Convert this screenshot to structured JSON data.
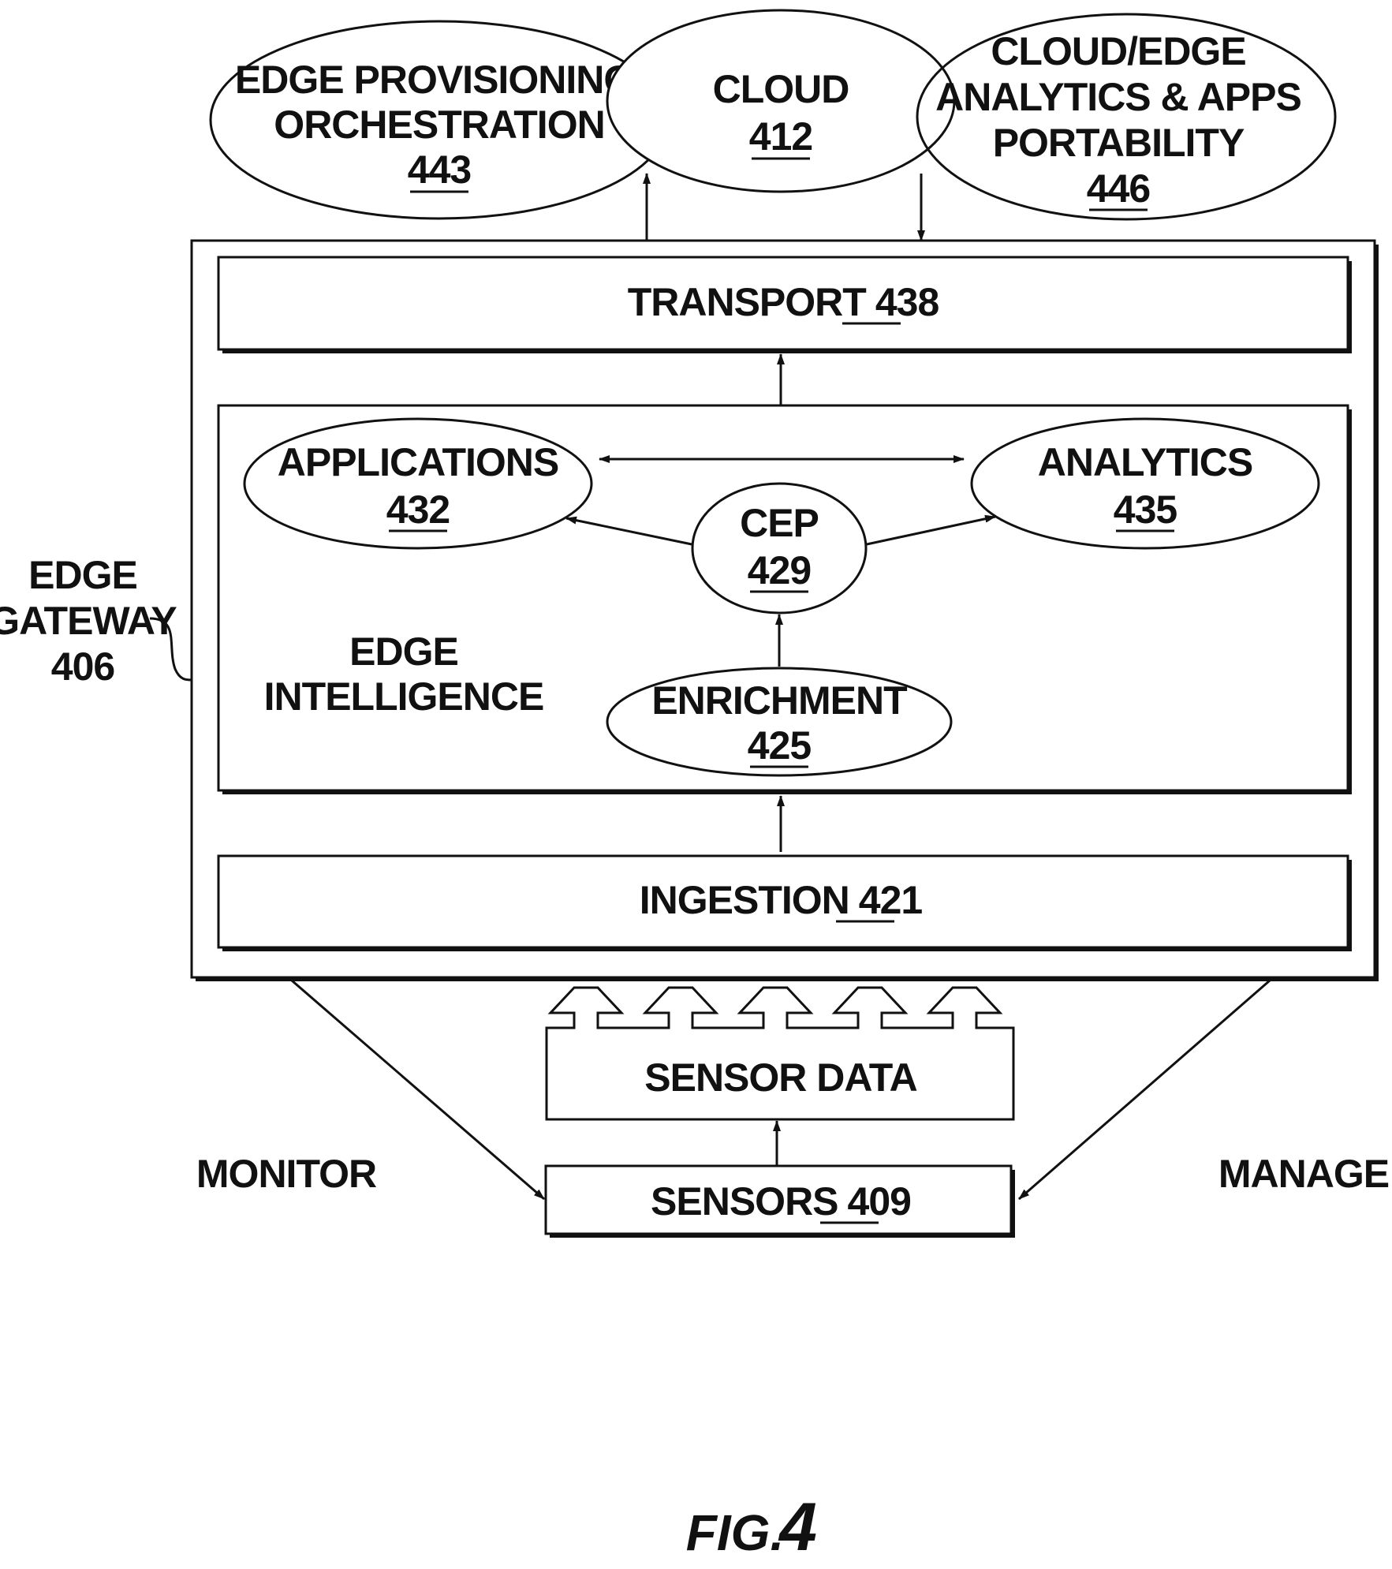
{
  "figure": {
    "label": "FIG.",
    "number": "4"
  },
  "top": {
    "edge_provisioning": {
      "line1": "EDGE PROVISIONING/",
      "line2": "ORCHESTRATION",
      "ref": "443"
    },
    "cloud": {
      "line1": "CLOUD",
      "ref": "412"
    },
    "cloud_edge_analytics": {
      "line1": "CLOUD/EDGE",
      "line2": "ANALYTICS & APPS",
      "line3": "PORTABILITY",
      "ref": "446"
    }
  },
  "gateway": {
    "line1": "EDGE",
    "line2": "GATEWAY",
    "ref": "406",
    "transport": {
      "label": "TRANSPORT",
      "ref": "438"
    },
    "ingestion": {
      "label": "INGESTION",
      "ref": "421"
    },
    "intelligence": {
      "line1": "EDGE",
      "line2": "INTELLIGENCE",
      "applications": {
        "label": "APPLICATIONS",
        "ref": "432"
      },
      "analytics": {
        "label": "ANALYTICS",
        "ref": "435"
      },
      "cep": {
        "label": "CEP",
        "ref": "429"
      },
      "enrichment": {
        "label": "ENRICHMENT",
        "ref": "425"
      }
    }
  },
  "sensor_data": {
    "label": "SENSOR DATA"
  },
  "sensors": {
    "label": "SENSORS",
    "ref": "409"
  },
  "monitor": {
    "label": "MONITOR"
  },
  "manage": {
    "label": "MANAGE"
  }
}
